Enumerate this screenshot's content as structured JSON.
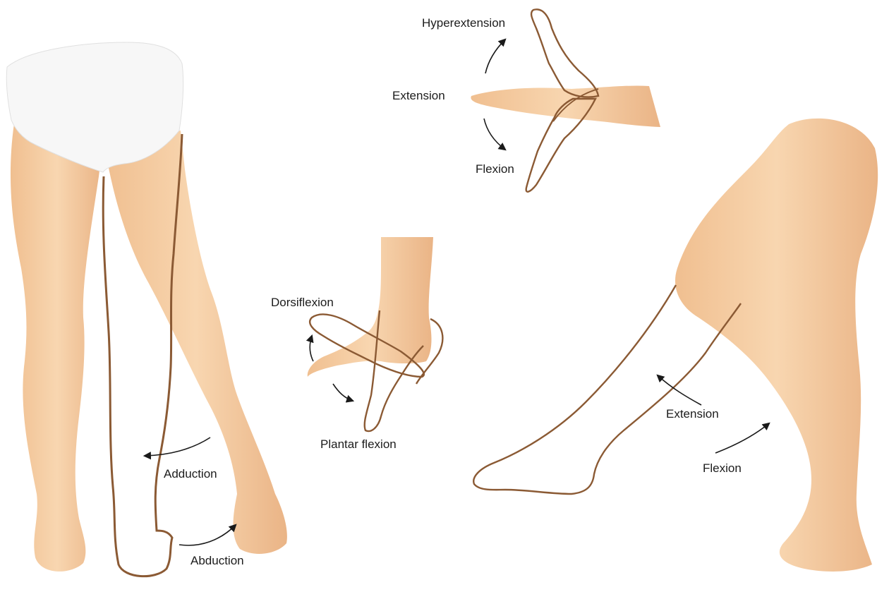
{
  "colors": {
    "skin": "#f2c79b",
    "skin_light": "#f9dcb8",
    "skin_shadow": "#dfa677",
    "outline": "#8b5a34",
    "underwear": "#f7f7f7",
    "arrow": "#1a1a1a"
  },
  "labels": {
    "hyperextension": "Hyperextension",
    "wrist_extension": "Extension",
    "wrist_flexion": "Flexion",
    "dorsiflexion": "Dorsiflexion",
    "plantar_flexion": "Plantar flexion",
    "adduction": "Adduction",
    "abduction": "Abduction",
    "knee_extension": "Extension",
    "knee_flexion": "Flexion"
  }
}
